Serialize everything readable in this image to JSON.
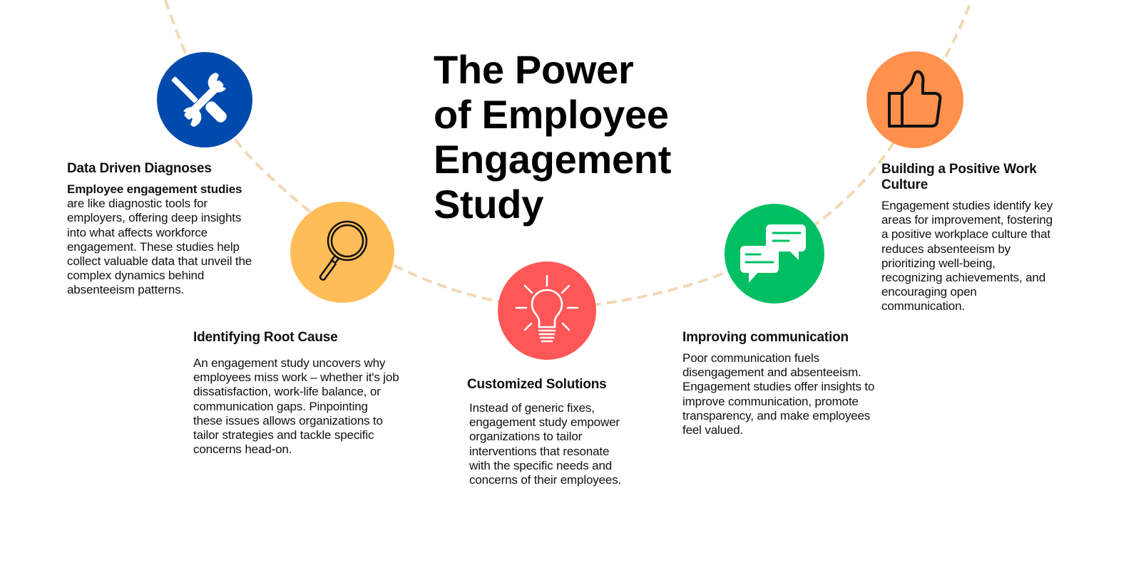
{
  "title": {
    "lines": [
      "The Power",
      "of Employee",
      "Engagement",
      "Study"
    ]
  },
  "colors": {
    "arc": "#F0D9B5",
    "blue": "#004AAD",
    "yellow": "#FFBD59",
    "red": "#FF5757",
    "green": "#00BF63",
    "orange": "#FF914D"
  },
  "steps": [
    {
      "icon": "tools-icon",
      "color": "#004AAD",
      "heading": "Data Driven Diagnoses",
      "body_bold": "Employee engagement studies",
      "body": " are like diagnostic tools for employers, offering deep insights into what affects workforce engagement. These studies help collect valuable data that unveil the complex dynamics behind absenteeism patterns."
    },
    {
      "icon": "magnifying-glass-icon",
      "color": "#FFBD59",
      "heading": "Identifying Root Cause",
      "body": "An engagement study uncovers why employees miss work – whether it's job dissatisfaction, work-life balance, or communication gaps. Pinpointing these issues allows organizations to tailor strategies and tackle specific concerns head-on."
    },
    {
      "icon": "lightbulb-icon",
      "color": "#FF5757",
      "heading": "Customized Solutions",
      "body": "Instead of generic fixes, engagement study empower organizations to tailor interventions that resonate with the specific needs and concerns of their employees."
    },
    {
      "icon": "chat-bubbles-icon",
      "color": "#00BF63",
      "heading": "Improving communication",
      "body": "Poor communication fuels disengagement and absenteeism. Engagement studies offer insights to improve communication, promote transparency, and make employees feel valued."
    },
    {
      "icon": "thumbs-up-icon",
      "color": "#FF914D",
      "heading": "Building a Positive Work Culture",
      "body": "Engagement studies identify key areas for improvement, fostering a positive workplace culture that reduces absenteeism by prioritizing well-being, recognizing achievements, and encouraging open communication."
    }
  ]
}
